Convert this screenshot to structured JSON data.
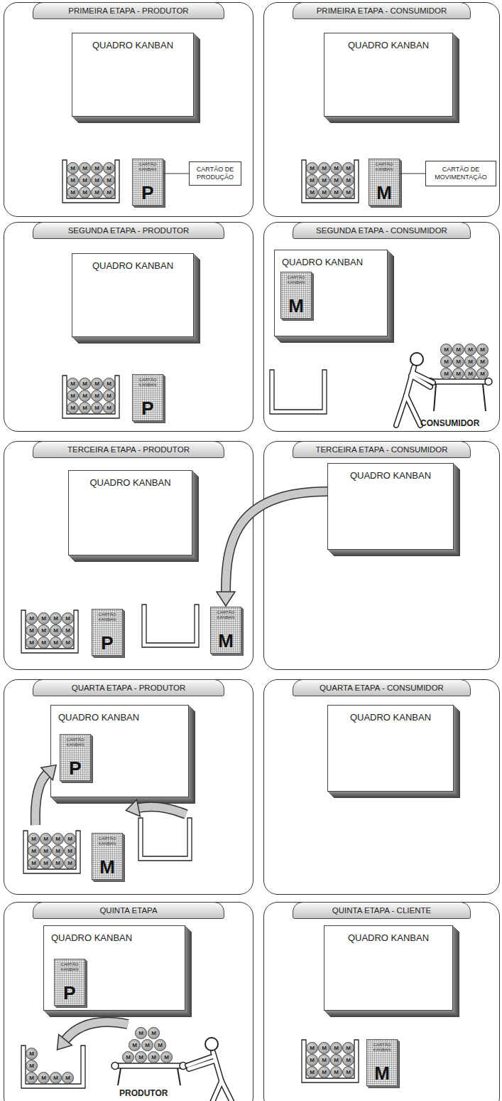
{
  "diagram": {
    "nodes": [
      {
        "text": [
          "PRIMEIRA ETAPA - PRODUTOR"
        ]
      },
      {
        "text": [
          "QUADRO KANBAN"
        ],
        "in": 0
      },
      {
        "text": [
          "CARTÃO KANBAN",
          "P"
        ],
        "in": 0
      },
      {
        "text": [
          "CARTÃO DE PRODUÇÃO"
        ],
        "in": 0
      },
      {
        "text": [
          "PRIMEIRA ETAPA - CONSUMIDOR"
        ]
      },
      {
        "text": [
          "QUADRO KANBAN"
        ],
        "in": 4
      },
      {
        "text": [
          "CARTÃO KANBAN",
          "M"
        ],
        "in": 4
      },
      {
        "text": [
          "CARTÃO DE MOVIMENTAÇÃO"
        ],
        "in": 4
      },
      {
        "text": [
          "SEGUNDA ETAPA - PRODUTOR"
        ]
      },
      {
        "text": [
          "QUADRO KANBAN"
        ],
        "in": 8
      },
      {
        "text": [
          "CARTÃO KANBAN",
          "P"
        ],
        "in": 8
      },
      {
        "text": [
          "SEGUNDA ETAPA - CONSUMIDOR"
        ]
      },
      {
        "text": [
          "QUADRO KANBAN"
        ],
        "in": 11
      },
      {
        "text": [
          "CARTÃO KANBAN",
          "M"
        ],
        "in": 12
      },
      {
        "text": [
          "TERCEIRA ETAPA - PRODUTOR"
        ]
      },
      {
        "text": [
          "QUADRO KANBAN"
        ],
        "in": 14
      },
      {
        "text": [
          "CARTÃO KANBAN",
          "P"
        ],
        "in": 14
      },
      {
        "text": [
          "CARTÃO KANBAN",
          "M"
        ],
        "in": 14
      },
      {
        "text": [
          "TERCEIRA ETAPA - CONSUMIDOR"
        ]
      },
      {
        "text": [
          "QUADRO KANBAN"
        ],
        "in": 18
      },
      {
        "text": [
          "QUARTA ETAPA - PRODUTOR"
        ]
      },
      {
        "text": [
          "QUADRO KANBAN"
        ],
        "in": 20
      },
      {
        "text": [
          "CARTÃO KANBAN",
          "P"
        ],
        "in": 21
      },
      {
        "text": [
          "CARTÃO KANBAN",
          "M"
        ],
        "in": 20
      },
      {
        "text": [
          "QUARTA ETAPA - CONSUMIDOR"
        ]
      },
      {
        "text": [
          "QUADRO KANBAN"
        ],
        "in": 24
      },
      {
        "text": [
          "QUINTA ETAPA"
        ]
      },
      {
        "text": [
          "QUADRO KANBAN"
        ],
        "in": 26
      },
      {
        "text": [
          "CARTÃO KANBAN",
          "P"
        ],
        "in": 27
      },
      {
        "text": [
          "QUINTA ETAPA - CLIENTE"
        ]
      },
      {
        "text": [
          "QUADRO KANBAN"
        ],
        "in": 29
      },
      {
        "text": [
          "CARTÃO KANBAN",
          "M"
        ],
        "in": 29
      }
    ],
    "edges": [
      {
        "from": 2,
        "to": 3,
        "arrow": "none"
      },
      {
        "from": 6,
        "to": 7,
        "arrow": "none"
      },
      {
        "from": 19,
        "to": 17,
        "arrow": "to"
      }
    ],
    "labels": [
      "M",
      "M",
      "M",
      "M",
      "M",
      "M",
      "M",
      "M",
      "M",
      "M",
      "M",
      "M",
      "M",
      "M",
      "M",
      "M",
      "M",
      "M",
      "M",
      "M",
      "M",
      "M",
      "M",
      "M",
      "M",
      "M",
      "M",
      "M",
      "M",
      "M",
      "M",
      "M",
      "M",
      "M",
      "M",
      "M",
      "M",
      "M",
      "M",
      "M",
      "M",
      "M",
      "M",
      "M",
      "M",
      "M",
      "M",
      "M",
      "CONSUMIDOR",
      "M",
      "M",
      "M",
      "M",
      "M",
      "M",
      "M",
      "M",
      "M",
      "M",
      "M",
      "M",
      "M",
      "M",
      "M",
      "M",
      "M",
      "M",
      "M",
      "M",
      "M",
      "M",
      "M",
      "M",
      "M",
      "M",
      "M",
      "M",
      "M",
      "M",
      "M",
      "M",
      "M",
      "M",
      "M",
      "M",
      "M",
      "M",
      "M",
      "PRODUTOR",
      "M",
      "M",
      "M",
      "M",
      "M",
      "M",
      "M",
      "M",
      "M",
      "M",
      "M",
      "M"
    ]
  }
}
